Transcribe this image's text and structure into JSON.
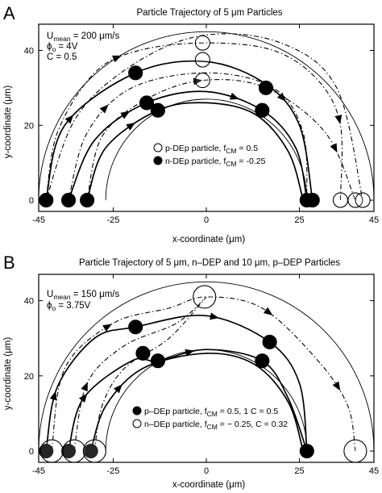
{
  "chart_data": [
    {
      "type": "scatter",
      "panel": "A",
      "title": "Particle Trajectory of 5 μm Particles",
      "xlabel": "x-coordinate (μm)",
      "ylabel": "y-coordinate (μm)",
      "xlim": [
        -45,
        45
      ],
      "ylim": [
        -3,
        47
      ],
      "xticks": [
        -45,
        -25,
        0,
        25,
        45
      ],
      "yticks": [
        0,
        20,
        40
      ],
      "params": [
        {
          "sym": "U",
          "sub": "mean",
          "rest": " = 200 μm/s"
        },
        {
          "sym": "ϕ",
          "sub": "o",
          "rest": " = 4V"
        },
        {
          "sym": "C = 0.5",
          "sub": "",
          "rest": ""
        }
      ],
      "channel_outer_radius": 45,
      "channel_inner_radius": 27,
      "legend": [
        {
          "marker": "open",
          "pre": "p-DEp particle, f",
          "sub": "CM",
          "post": " = 0.5"
        },
        {
          "marker": "filled",
          "pre": "n-DEp particle, f",
          "sub": "CM",
          "post": " = -0.25"
        }
      ],
      "series": [
        {
          "name": "n-DEp particle",
          "marker": "filled",
          "points": [
            [
              -43,
              0
            ],
            [
              -37,
              0
            ],
            [
              -32,
              0
            ],
            [
              -19,
              34
            ],
            [
              -16,
              26
            ],
            [
              -13,
              24
            ],
            [
              16,
              30
            ],
            [
              15,
              24
            ],
            [
              27,
              0
            ],
            [
              28.5,
              0
            ]
          ]
        },
        {
          "name": "p-DEp particle",
          "marker": "open",
          "points": [
            [
              -1,
              42
            ],
            [
              -1,
              37.5
            ],
            [
              -1,
              32
            ],
            [
              36,
              0
            ],
            [
              40,
              0
            ],
            [
              42,
              0
            ]
          ]
        }
      ]
    },
    {
      "type": "scatter",
      "panel": "B",
      "title": "Particle Trajectory of 5 μm, n–DEP and 10 μm, p–DEP Particles",
      "xlabel": "x-coordinate (μm)",
      "ylabel": "y-coordinate (μm)",
      "xlim": [
        -45,
        45
      ],
      "ylim": [
        -3,
        47
      ],
      "xticks": [
        -45,
        -25,
        0,
        25,
        45
      ],
      "yticks": [
        0,
        20,
        40
      ],
      "params": [
        {
          "sym": "U",
          "sub": "mean",
          "rest": " = 150 μm/s"
        },
        {
          "sym": "ϕ",
          "sub": "o",
          "rest": " = 3.75V"
        }
      ],
      "channel_outer_radius": 45,
      "channel_inner_radius": 27,
      "legend": [
        {
          "marker": "filled",
          "pre": "p–DEp particle, f",
          "sub": "CM",
          "post": " = 0.5, 1 C = 0.5"
        },
        {
          "marker": "open",
          "pre": "n–DEp particle, f",
          "sub": "CM",
          "post": " = − 0.25, C = 0.32"
        }
      ],
      "series": [
        {
          "name": "p–DEp particle",
          "marker": "filled",
          "points": [
            [
              -43,
              0
            ],
            [
              -37,
              0
            ],
            [
              -31,
              0
            ],
            [
              -19,
              33
            ],
            [
              -17,
              26
            ],
            [
              -13,
              24
            ],
            [
              17,
              29
            ],
            [
              15,
              24
            ],
            [
              27,
              0
            ]
          ]
        },
        {
          "name": "n–DEp particle",
          "marker": "open",
          "points": [
            [
              -41.5,
              0
            ],
            [
              -35.5,
              0
            ],
            [
              -30,
              0
            ],
            [
              -0.5,
              41
            ],
            [
              40,
              0
            ]
          ]
        }
      ]
    }
  ]
}
